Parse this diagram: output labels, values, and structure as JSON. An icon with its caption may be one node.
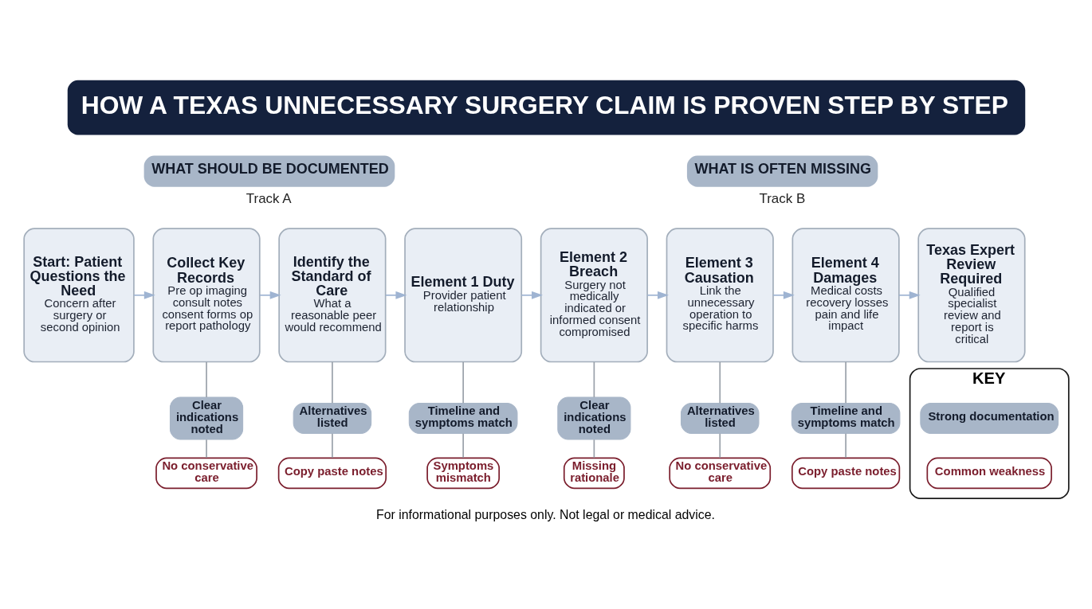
{
  "diagram": {
    "title": "HOW A TEXAS UNNECESSARY SURGERY CLAIM IS PROVEN STEP BY STEP",
    "caption": "For informational purposes only. Not legal or medical advice.",
    "nodes": [
      {
        "text": [
          "WHAT SHOULD BE DOCUMENTED"
        ],
        "beside": [
          "Track A"
        ]
      },
      {
        "text": [
          "WHAT IS OFTEN MISSING"
        ],
        "beside": [
          "Track B"
        ]
      },
      {
        "text": [
          "Start: Patient Questions the Need",
          "Concern after surgery or second opinion"
        ]
      },
      {
        "text": [
          "Collect Key Records",
          "Pre op imaging consult notes consent forms op report pathology"
        ]
      },
      {
        "text": [
          "Identify the Standard of Care",
          "What a reasonable peer would recommend"
        ]
      },
      {
        "text": [
          "Element 1 Duty",
          "Provider patient relationship"
        ]
      },
      {
        "text": [
          "Element 2 Breach",
          "Surgery not medically indicated or informed consent compromised"
        ]
      },
      {
        "text": [
          "Element 3 Causation",
          "Link the unnecessary operation to specific harms"
        ]
      },
      {
        "text": [
          "Element 4 Damages",
          "Medical costs recovery losses pain and life impact"
        ]
      },
      {
        "text": [
          "Texas Expert Review Required",
          "Qualified specialist review and report is critical"
        ]
      },
      {
        "text": [
          "Clear indications noted"
        ]
      },
      {
        "text": [
          "Alternatives listed"
        ]
      },
      {
        "text": [
          "Timeline and symptoms match"
        ]
      },
      {
        "text": [
          "Clear indications noted"
        ]
      },
      {
        "text": [
          "Alternatives listed"
        ]
      },
      {
        "text": [
          "Timeline and symptoms match"
        ]
      },
      {
        "text": [
          "No conservative care"
        ]
      },
      {
        "text": [
          "Copy paste notes"
        ]
      },
      {
        "text": [
          "Symptoms mismatch"
        ]
      },
      {
        "text": [
          "Missing rationale"
        ]
      },
      {
        "text": [
          "No conservative care"
        ]
      },
      {
        "text": [
          "Copy paste notes"
        ]
      },
      {
        "text": [
          "KEY"
        ]
      }
    ],
    "edges": [
      {
        "from": 2,
        "to": 3,
        "arrow": "to",
        "color": "#9fb4d2"
      },
      {
        "from": 3,
        "to": 4,
        "arrow": "to",
        "color": "#9fb4d2"
      },
      {
        "from": 4,
        "to": 5,
        "arrow": "to",
        "color": "#9fb4d2"
      },
      {
        "from": 5,
        "to": 6,
        "arrow": "to",
        "color": "#9fb4d2"
      },
      {
        "from": 6,
        "to": 7,
        "arrow": "to",
        "color": "#9fb4d2"
      },
      {
        "from": 7,
        "to": 8,
        "arrow": "to",
        "color": "#9fb4d2"
      },
      {
        "from": 8,
        "to": 9,
        "arrow": "to",
        "color": "#9fb4d2"
      },
      {
        "from": 3,
        "to": 10,
        "arrow": "none"
      },
      {
        "from": 10,
        "to": 16,
        "arrow": "none"
      },
      {
        "from": 4,
        "to": 11,
        "arrow": "none"
      },
      {
        "from": 11,
        "to": 17,
        "arrow": "none"
      },
      {
        "from": 5,
        "to": 12,
        "arrow": "none"
      },
      {
        "from": 12,
        "to": 18,
        "arrow": "none"
      },
      {
        "from": 6,
        "to": 13,
        "arrow": "none"
      },
      {
        "from": 13,
        "to": 19,
        "arrow": "none"
      },
      {
        "from": 7,
        "to": 14,
        "arrow": "none"
      },
      {
        "from": 14,
        "to": 20,
        "arrow": "none"
      },
      {
        "from": 8,
        "to": 15,
        "arrow": "none"
      },
      {
        "from": 15,
        "to": 21,
        "arrow": "none"
      }
    ],
    "legend": [
      {
        "text": "Strong documentation",
        "color": "#a8b6c8"
      },
      {
        "text": "Common weakness",
        "color": "#7a1d2c"
      }
    ]
  }
}
